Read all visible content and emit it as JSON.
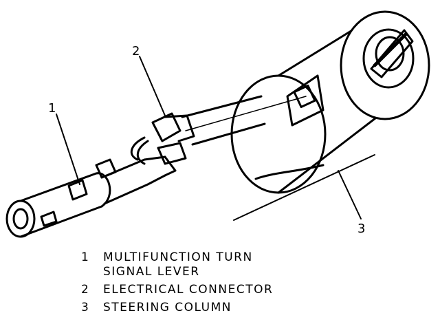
{
  "callouts": [
    "1",
    "2",
    "3"
  ],
  "legend": [
    {
      "number": "1",
      "lines": [
        "MULTIFUNCTION TURN",
        "SIGNAL LEVER"
      ]
    },
    {
      "number": "2",
      "lines": [
        "ELECTRICAL CONNECTOR"
      ]
    },
    {
      "number": "3",
      "lines": [
        "STEERING COLUMN"
      ]
    }
  ]
}
